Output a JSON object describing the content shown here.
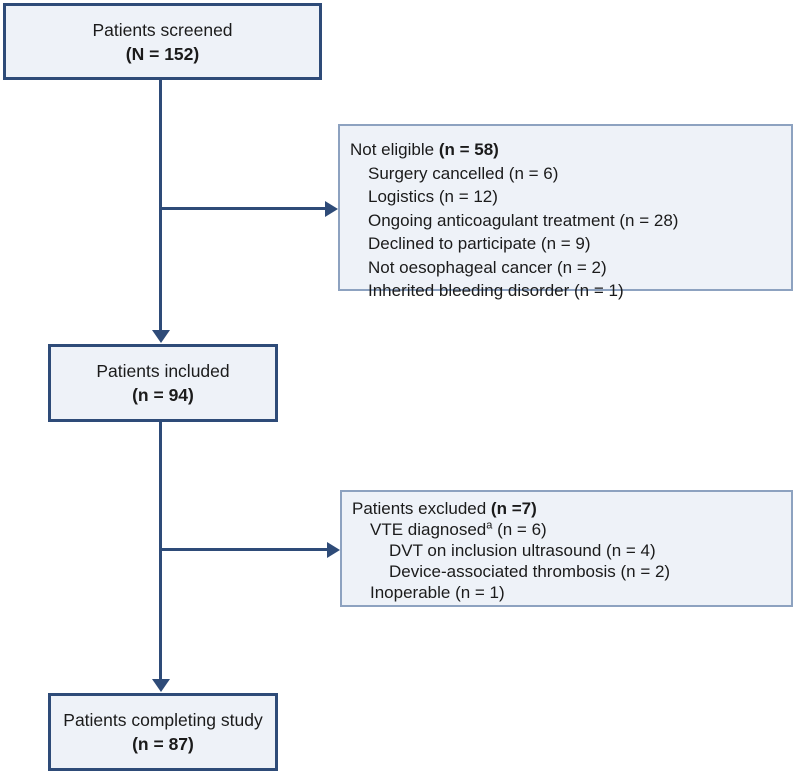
{
  "diagram_title": "Patient flow diagram",
  "colors": {
    "accent": "#2e4b78",
    "side_border": "#8da2c0",
    "fill": "#eef2f8",
    "text": "#1b1b1b"
  },
  "boxes": {
    "screened": {
      "label": "Patients screened",
      "count": "(N = 152)"
    },
    "included": {
      "label": "Patients included",
      "count": "(n = 94)"
    },
    "completing": {
      "label": "Patients completing study",
      "count": "(n = 87)"
    },
    "not_eligible": {
      "title": "Not eligible ",
      "title_bold": "(n = 58)",
      "items": [
        {
          "text": "Surgery cancelled (n = 6)",
          "indent": 1
        },
        {
          "text": "Logistics (n = 12)",
          "indent": 1
        },
        {
          "text": "Ongoing anticoagulant treatment (n = 28)",
          "indent": 1
        },
        {
          "text": "Declined to participate (n = 9)",
          "indent": 1
        },
        {
          "text": "Not oesophageal cancer (n = 2)",
          "indent": 1
        },
        {
          "text": "Inherited bleeding disorder (n = 1)",
          "indent": 1
        }
      ]
    },
    "excluded": {
      "title": "Patients excluded ",
      "title_bold": "(n =7)",
      "items": [
        {
          "text": "VTE diagnosed",
          "sup": "a",
          "text_after": " (n = 6)",
          "indent": 1
        },
        {
          "text": "DVT on inclusion ultrasound (n = 4)",
          "indent": 2
        },
        {
          "text": "Device-associated thrombosis (n = 2)",
          "indent": 2
        },
        {
          "text": "Inoperable (n = 1)",
          "indent": 1
        }
      ]
    }
  }
}
